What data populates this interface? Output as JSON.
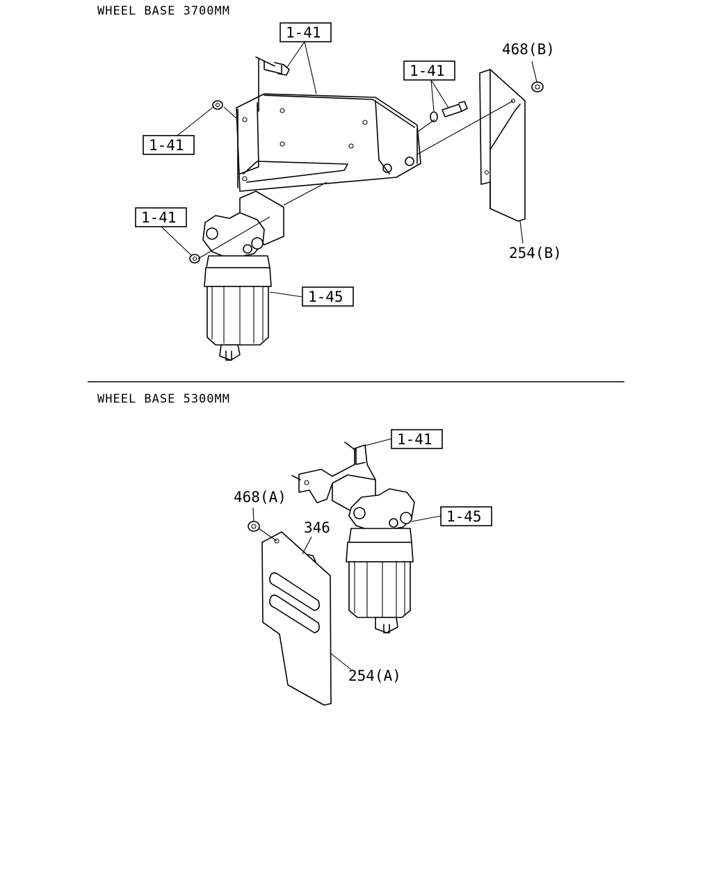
{
  "sections": [
    {
      "title": "WHEEL BASE 3700MM",
      "callouts": {
        "c1": "1-41",
        "c2": "1-41",
        "c3": "1-41",
        "c4": "1-41",
        "c5": "1-45",
        "c6": "468(B)",
        "c7": "254(B)"
      }
    },
    {
      "title": "WHEEL BASE 5300MM",
      "callouts": {
        "c1": "1-41",
        "c2": "1-45",
        "c3": "468(A)",
        "c4": "346",
        "c5": "254(A)"
      }
    }
  ]
}
